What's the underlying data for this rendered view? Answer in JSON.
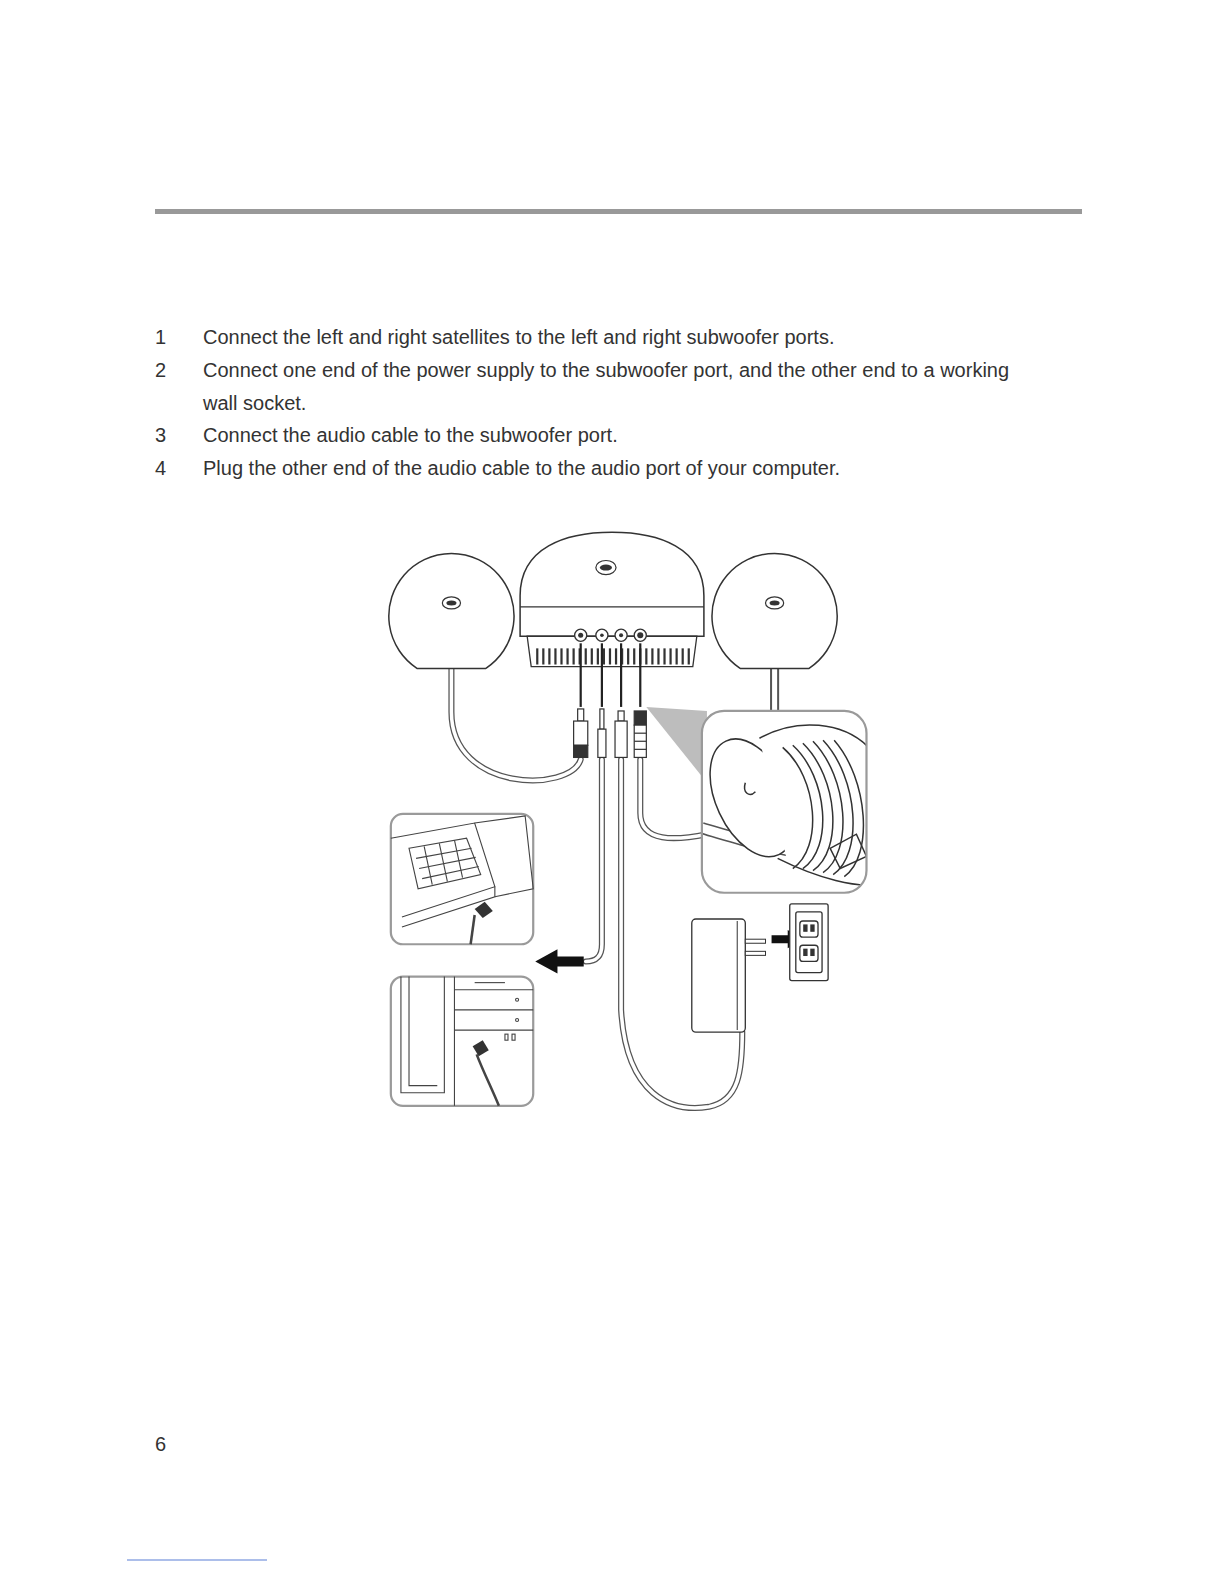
{
  "diagram": {
    "labels": [
      "1",
      "Connect the left and right satellites to the left and right subwoofer ports.",
      "2",
      "Connect one end of the power supply to the subwoofer port, and the other end to a working wall socket.",
      "3",
      "Connect the audio cable to the subwoofer port.",
      "4",
      "Plug the other end of the audio cable to the audio port of your computer.",
      "6"
    ]
  }
}
